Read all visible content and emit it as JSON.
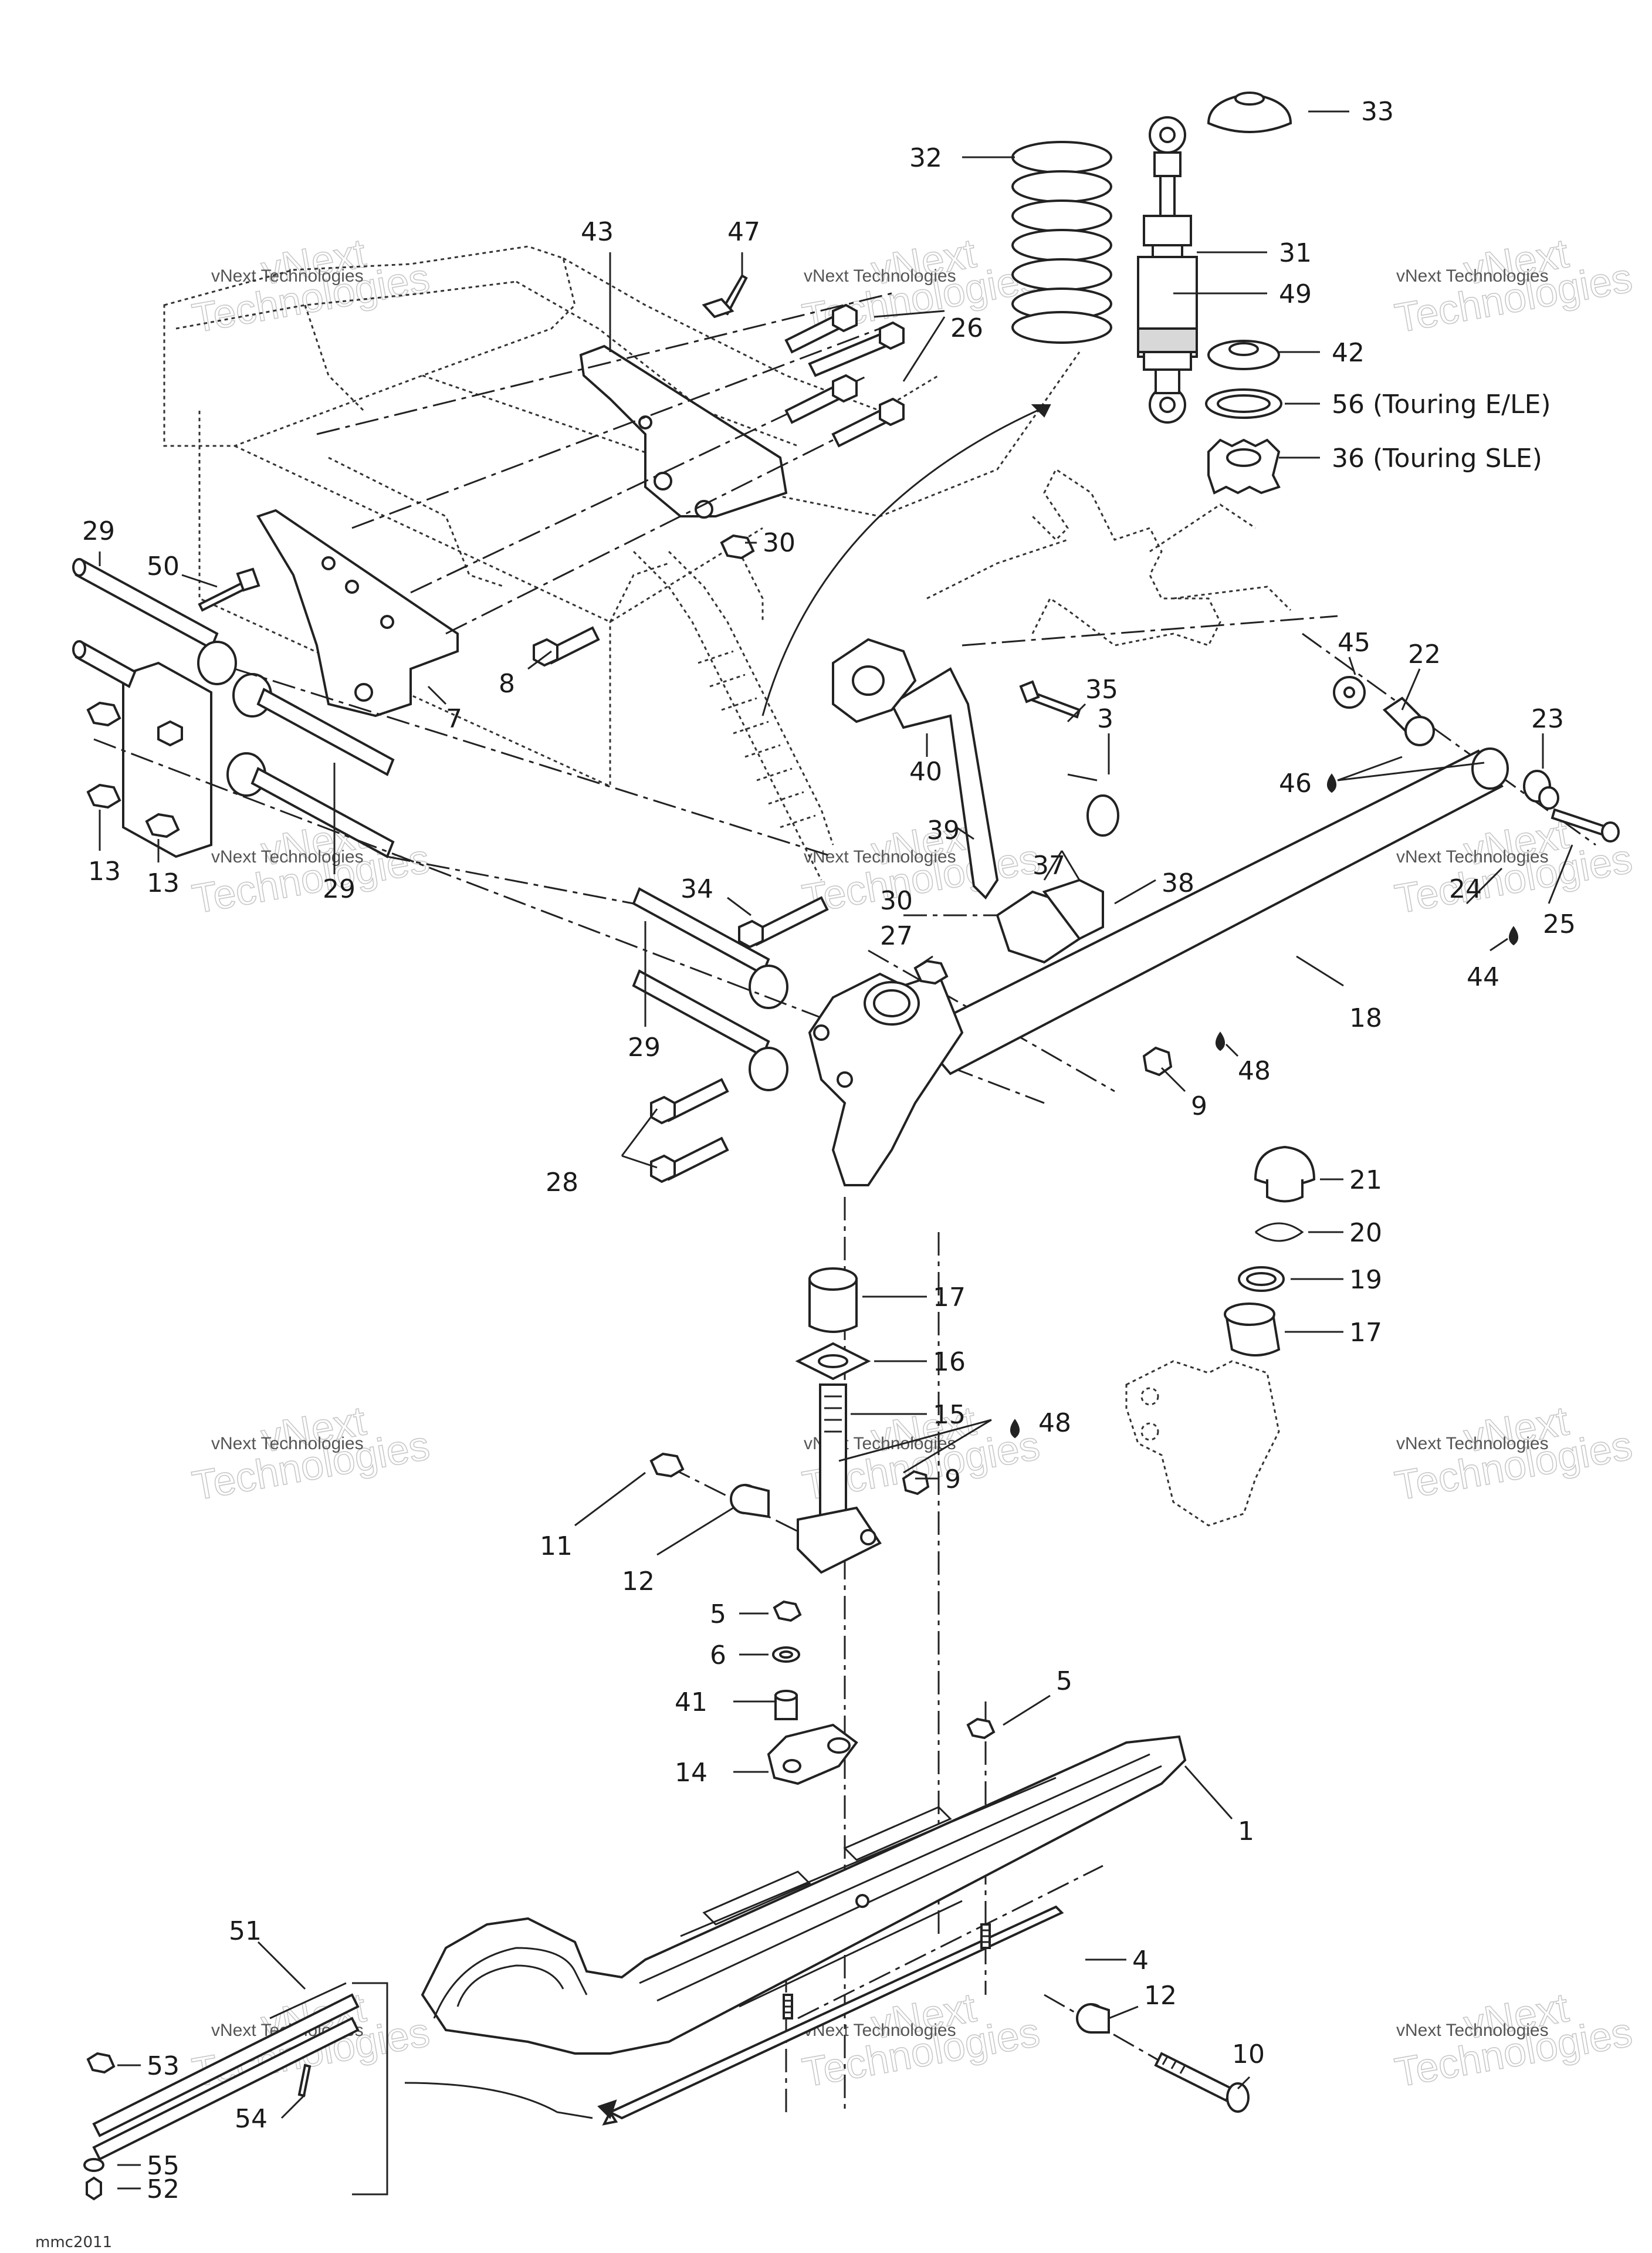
{
  "diagram_id": "mmc2011",
  "labels": {
    "l1": "1",
    "l3": "3",
    "l4": "4",
    "l5a": "5",
    "l5b": "5",
    "l6": "6",
    "l7": "7",
    "l8": "8",
    "l9a": "9",
    "l9b": "9",
    "l10": "10",
    "l11": "11",
    "l12a": "12",
    "l12b": "12",
    "l13a": "13",
    "l13b": "13",
    "l14": "14",
    "l15": "15",
    "l16": "16",
    "l17a": "17",
    "l17b": "17",
    "l18": "18",
    "l19": "19",
    "l20": "20",
    "l21": "21",
    "l22": "22",
    "l23": "23",
    "l24": "24",
    "l25": "25",
    "l26": "26",
    "l27": "27",
    "l28": "28",
    "l29a": "29",
    "l29b": "29",
    "l29c": "29",
    "l30a": "30",
    "l30b": "30",
    "l31": "31",
    "l32": "32",
    "l33": "33",
    "l34": "34",
    "l35": "35",
    "l36": "36 (Touring SLE)",
    "l37": "37",
    "l38": "38",
    "l39": "39",
    "l40": "40",
    "l41": "41",
    "l42": "42",
    "l43": "43",
    "l44": "44",
    "l45": "45",
    "l46": "46",
    "l47": "47",
    "l48a": "48",
    "l48b": "48",
    "l49": "49",
    "l50": "50",
    "l51": "51",
    "l52": "52",
    "l53": "53",
    "l54": "54",
    "l55": "55",
    "l56": "56 (Touring E/LE)"
  },
  "watermark": {
    "line1": "vNext",
    "line2": "Technologies",
    "small": "vNext Technologies"
  }
}
